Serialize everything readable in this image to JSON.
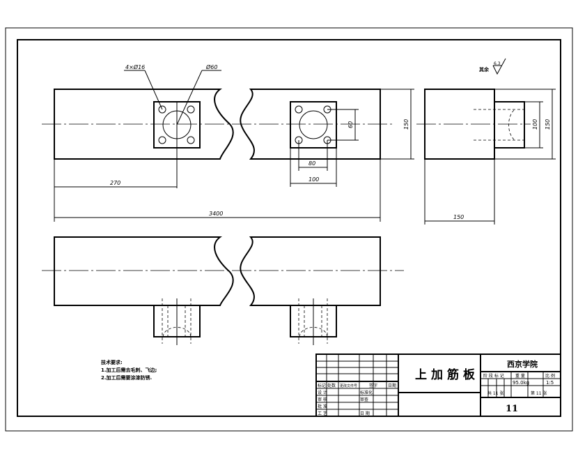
{
  "drawing": {
    "title": "上加筋板",
    "school": "西京学院",
    "sheet_number": "11",
    "weight": "95.0kg",
    "scale": "1:5",
    "roughness_label": "其余",
    "roughness_value": "6.3"
  },
  "dimensions": {
    "holes": "4×Ø16",
    "bore": "Ø60",
    "d_270": "270",
    "d_3400": "3400",
    "d_80": "80",
    "d_100": "100",
    "d_60": "60",
    "d_150_front": "150",
    "d_100_side": "100",
    "d_150_side": "150",
    "d_150_side_width": "150"
  },
  "notes": {
    "heading": "技术要求:",
    "line1": "1.加工后需去毛刺、飞边;",
    "line2": "2.加工后需要涂漆防锈."
  },
  "title_block": {
    "row_labels": [
      "标记",
      "处数",
      "更改文件号",
      "签字",
      "日期"
    ],
    "designer": "设 计",
    "checker": "审 核",
    "approver": "批 准",
    "process": "工 艺",
    "std": "标准化",
    "std_check": "审查",
    "date": "日 期",
    "stage": "阶 段 标 记",
    "weight_label": "重 量",
    "scale_label": "比 例",
    "total_sheets": "共 11 张",
    "sheet_of": "第 11 张"
  }
}
